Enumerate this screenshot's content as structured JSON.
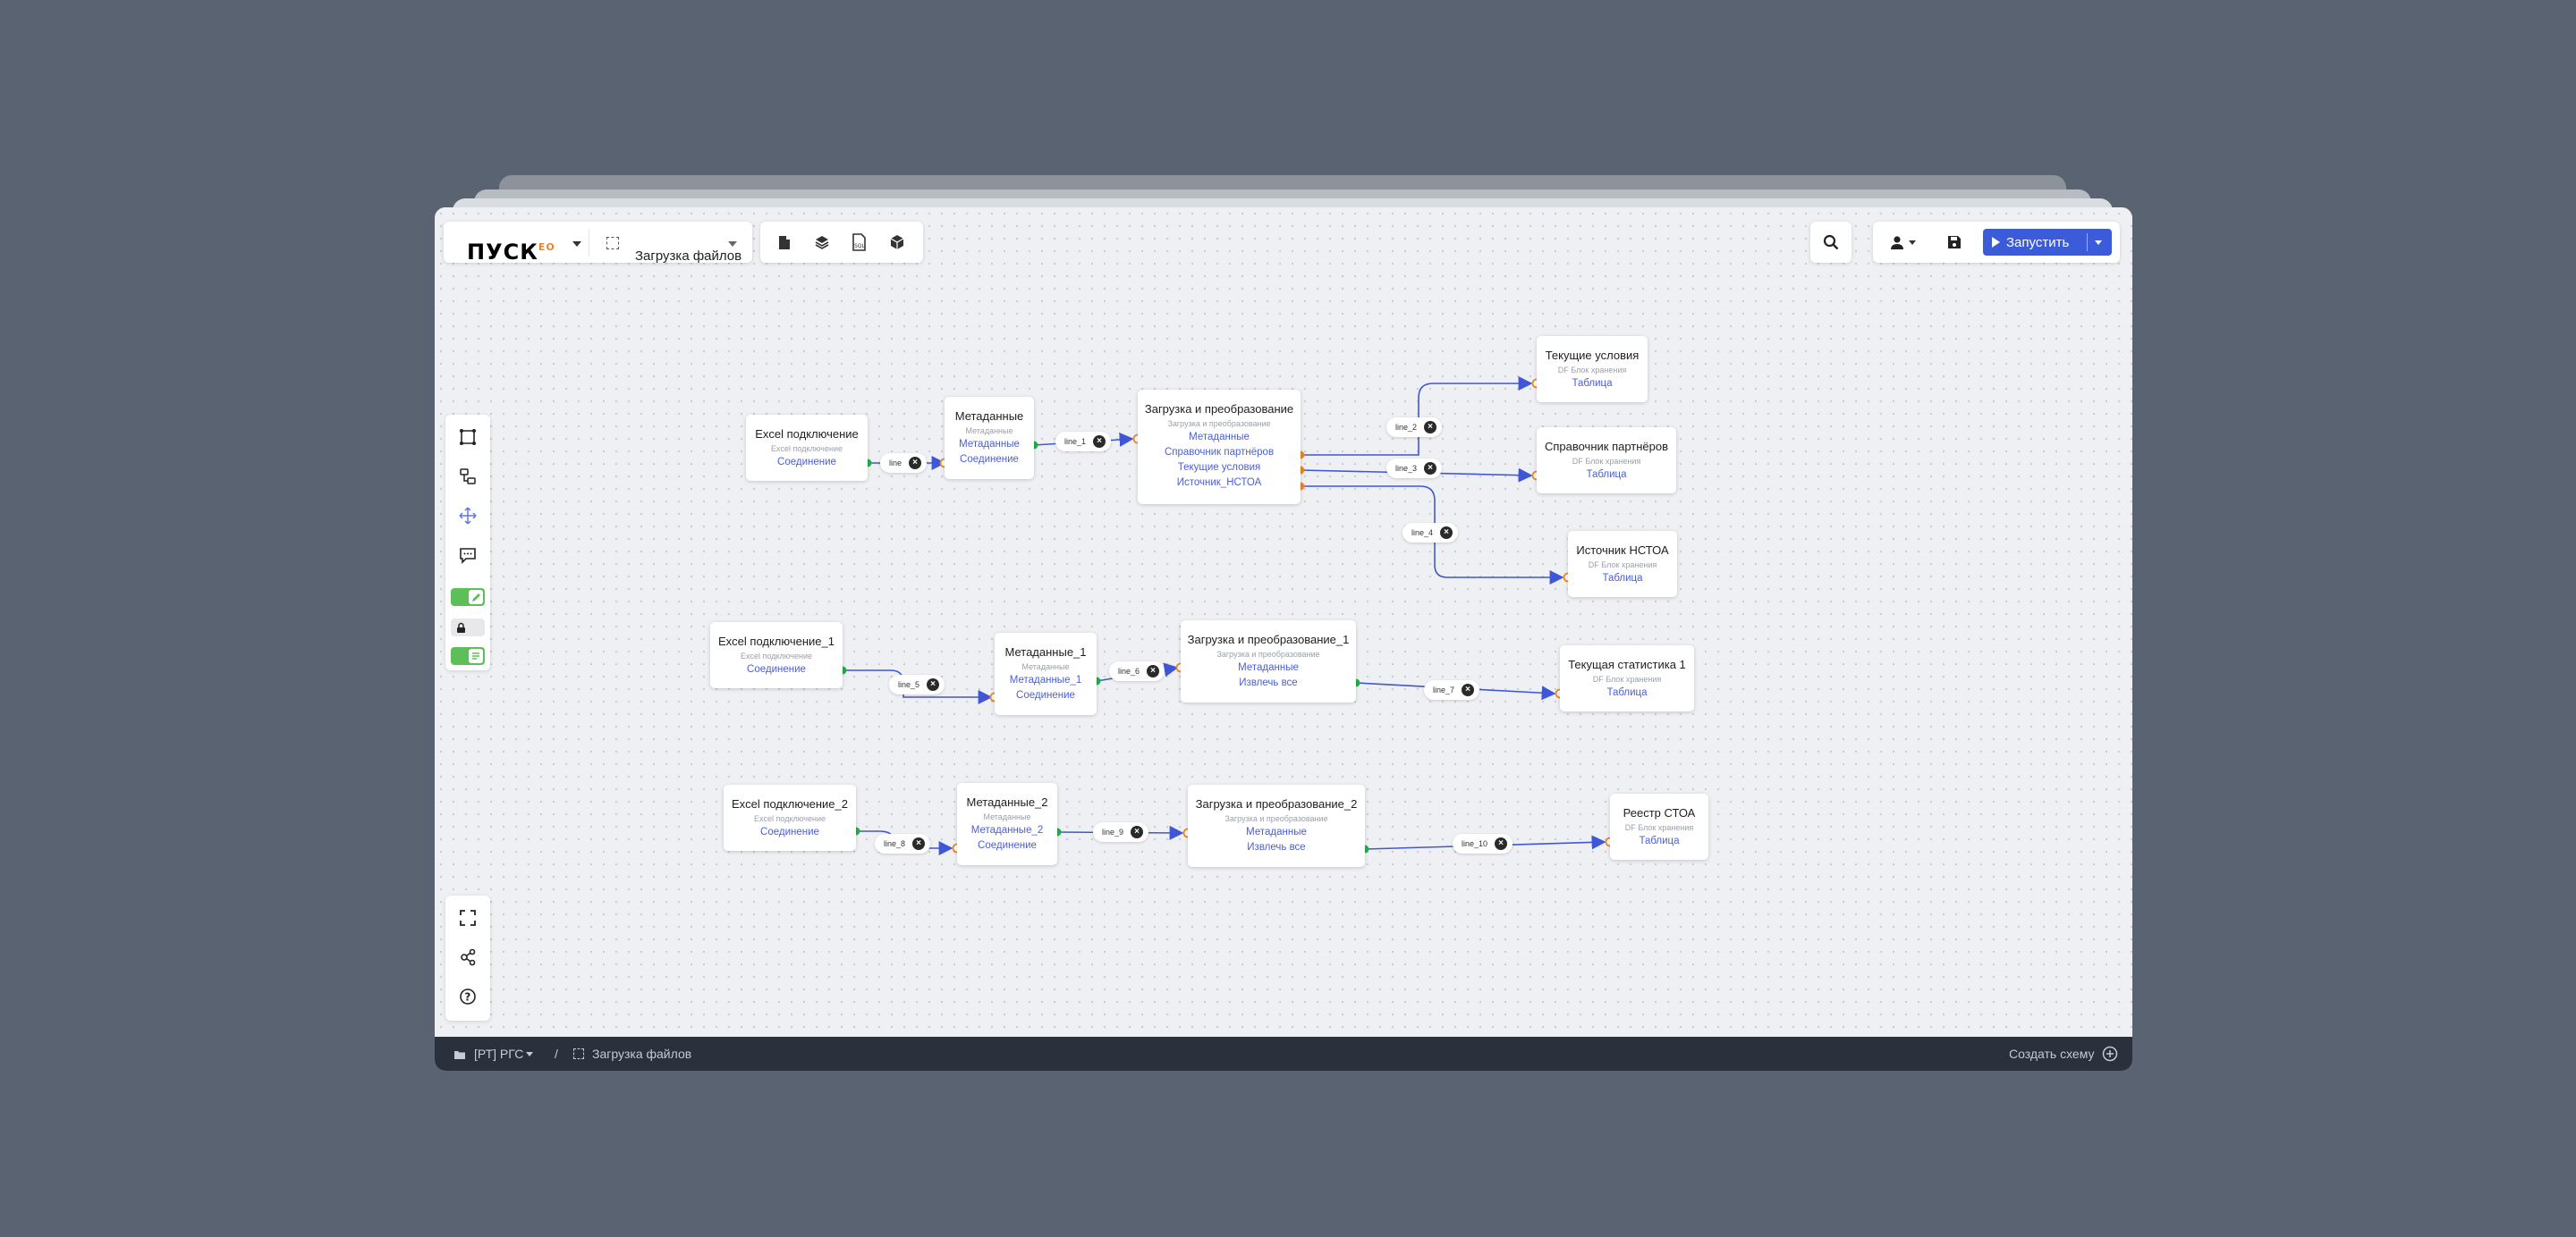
{
  "header": {
    "logo_text": "ПУСК",
    "logo_badge": "ЕО",
    "workspace_title": "Загрузка файлов",
    "run_label": "Запустить"
  },
  "toolbar_icons": [
    "file-icon",
    "layers-icon",
    "sql-file-icon",
    "package-icon"
  ],
  "sidebar_tools": [
    "select-area-icon",
    "schema-icon",
    "move-icon",
    "comment-icon",
    "edit-toggle",
    "lock-icon",
    "text-toggle"
  ],
  "sidebar_bottom": [
    "fullscreen-icon",
    "share-nodes-icon",
    "help-icon"
  ],
  "nodes": {
    "excel": {
      "title": "Excel подключение",
      "subtitle": "Excel подключение",
      "port": "Соединение"
    },
    "meta": {
      "title": "Метаданные",
      "subtitle": "Метаданные",
      "ports": [
        "Метаданные",
        "Соединение"
      ]
    },
    "transform": {
      "title": "Загрузка и преобразование",
      "subtitle": "Загрузка и преобразование",
      "ports": [
        "Метаданные",
        "Справочник партнёров",
        "Текущие условия",
        "Источник_НСТОА"
      ]
    },
    "current_cond": {
      "title": "Текущие условия",
      "subtitle": "DF Блок хранения",
      "port": "Таблица"
    },
    "partners": {
      "title": "Справочник партнёров",
      "subtitle": "DF Блок хранения",
      "port": "Таблица"
    },
    "nstoa": {
      "title": "Источник НСТОА",
      "subtitle": "DF Блок хранения",
      "port": "Таблица"
    },
    "excel1": {
      "title": "Excel подключение_1",
      "subtitle": "Excel подключение",
      "port": "Соединение"
    },
    "meta1": {
      "title": "Метаданные_1",
      "subtitle": "Метаданные",
      "ports": [
        "Метаданные_1",
        "Соединение"
      ]
    },
    "transform1": {
      "title": "Загрузка и преобразование_1",
      "subtitle": "Загрузка и преобразование",
      "ports": [
        "Метаданные",
        "Извлечь все"
      ]
    },
    "stat1": {
      "title": "Текущая статистика 1",
      "subtitle": "DF Блок хранения",
      "port": "Таблица"
    },
    "excel2": {
      "title": "Excel подключение_2",
      "subtitle": "Excel подключение",
      "port": "Соединение"
    },
    "meta2": {
      "title": "Метаданные_2",
      "subtitle": "Метаданные",
      "ports": [
        "Метаданные_2",
        "Соединение"
      ]
    },
    "transform2": {
      "title": "Загрузка и преобразование_2",
      "subtitle": "Загрузка и преобразование",
      "ports": [
        "Метаданные",
        "Извлечь все"
      ]
    },
    "registry": {
      "title": "Реестр СТОА",
      "subtitle": "DF Блок хранения",
      "port": "Таблица"
    }
  },
  "edges": [
    "line",
    "line_1",
    "line_2",
    "line_3",
    "line_4",
    "line_5",
    "line_6",
    "line_7",
    "line_8",
    "line_9",
    "line_10"
  ],
  "footer": {
    "project": "[РТ] РГС",
    "separator": "/",
    "schema": "Загрузка файлов",
    "create_label": "Создать схему"
  },
  "colors": {
    "accent": "#3c5bd8",
    "port_out": "#1fb04a",
    "port_orange": "#f0851e",
    "edge": "#3f57d6",
    "footer_bg": "#2a313c"
  }
}
